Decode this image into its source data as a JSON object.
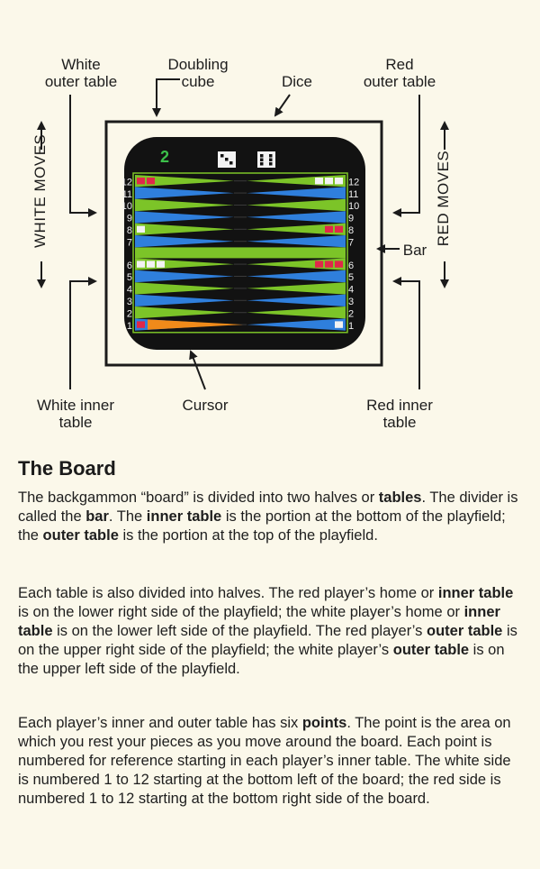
{
  "diagram": {
    "labels": {
      "white_outer": "White\nouter table",
      "doubling": "Doubling\ncube",
      "dice": "Dice",
      "red_outer": "Red\nouter table",
      "white_moves": "WHITE MOVES",
      "red_moves": "RED MOVES",
      "bar": "Bar",
      "white_inner": "White inner\ntable",
      "cursor": "Cursor",
      "red_inner": "Red inner\ntable"
    },
    "cube_value": "2",
    "point_numbers": [
      "12",
      "11",
      "10",
      "9",
      "8",
      "7",
      "6",
      "5",
      "4",
      "3",
      "2",
      "1"
    ],
    "colors": {
      "screen": "#121212",
      "green_point": "#7cc428",
      "blue_point": "#2f7fdc",
      "red_piece": "#e0284a",
      "white_piece": "#f2f2f2",
      "cursor": "#f08a1a",
      "cube": "#3cc04a"
    }
  },
  "section": {
    "title": "The Board",
    "p1": [
      {
        "t": "The backgammon “board” is divided into two halves or "
      },
      {
        "t": "tables",
        "b": true
      },
      {
        "t": ". The divider is called the "
      },
      {
        "t": "bar",
        "b": true
      },
      {
        "t": ". The "
      },
      {
        "t": "inner table",
        "b": true
      },
      {
        "t": " is the portion at the bottom of the playfield; the "
      },
      {
        "t": "outer table",
        "b": true
      },
      {
        "t": " is the portion at the top of the playfield."
      }
    ],
    "p2": [
      {
        "t": "Each table is also divided into halves. The red player’s home or "
      },
      {
        "t": "inner table",
        "b": true
      },
      {
        "t": " is on the lower right side of the playfield; the white player’s home or "
      },
      {
        "t": "inner table",
        "b": true
      },
      {
        "t": " is on the lower left side of the playfield. The red player’s "
      },
      {
        "t": "outer table",
        "b": true
      },
      {
        "t": " is on the upper right side of the playfield; the white player’s "
      },
      {
        "t": "outer table",
        "b": true
      },
      {
        "t": " is on the upper left side of the playfield."
      }
    ],
    "p3": [
      {
        "t": "Each player’s inner and outer table has six "
      },
      {
        "t": "points",
        "b": true
      },
      {
        "t": ". The point is the area on which you rest your pieces as you move around the board. Each point is numbered for reference starting in each player’s inner table. The white side is numbered 1 to 12 starting at the bottom left of the board; the red side is numbered 1 to 12 starting at the bottom right side of the board."
      }
    ]
  }
}
